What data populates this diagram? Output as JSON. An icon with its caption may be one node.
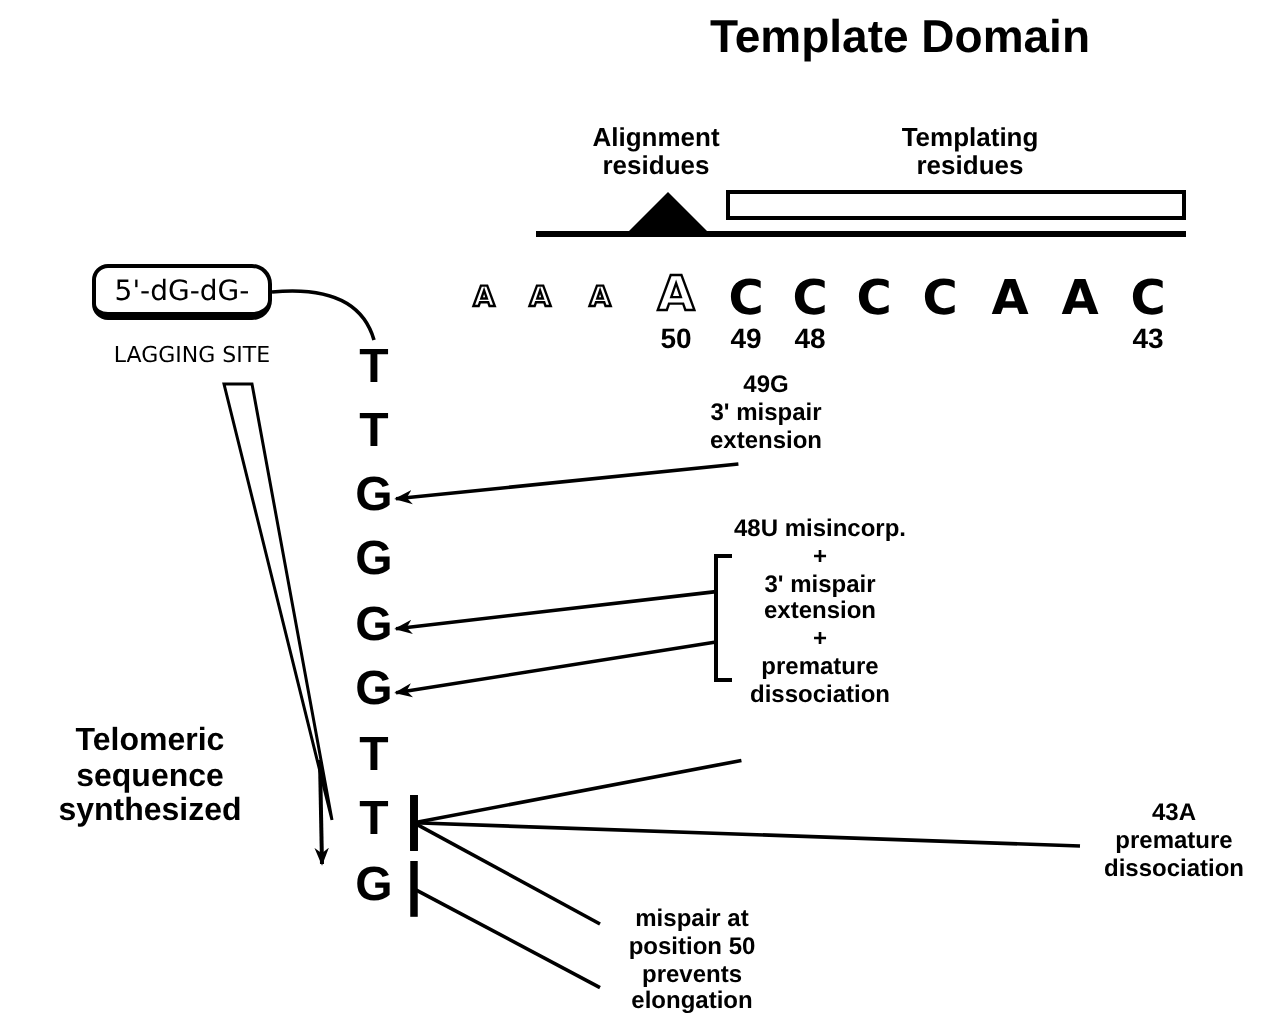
{
  "diagram": {
    "title": "Template Domain",
    "nodes": [
      {
        "text": [
          "5'-dG-dG-"
        ]
      },
      {
        "text": [
          "T"
        ]
      },
      {
        "text": [
          "T"
        ]
      },
      {
        "text": [
          "G"
        ]
      },
      {
        "text": [
          "G"
        ]
      },
      {
        "text": [
          "G"
        ]
      },
      {
        "text": [
          "G"
        ]
      },
      {
        "text": [
          "T"
        ]
      },
      {
        "text": [
          "T"
        ]
      },
      {
        "text": [
          "G"
        ]
      },
      {
        "text": [
          "49G",
          "3' mispair extension"
        ]
      },
      {
        "text": [
          "48U misincorp.",
          "+",
          "3' mispair extension",
          "+",
          "premature dissociation"
        ]
      },
      {
        "text": [
          "43A",
          "premature dissociation"
        ]
      },
      {
        "text": [
          "mispair at position 50 prevents elongation"
        ]
      }
    ],
    "edges": [
      {
        "from": 0,
        "to": 1,
        "arrow": "none"
      },
      {
        "from": 10,
        "to": 3,
        "arrow": "to"
      },
      {
        "from": 11,
        "to": 5,
        "arrow": "to"
      },
      {
        "from": 11,
        "to": 6,
        "arrow": "to"
      },
      {
        "from": 11,
        "to": 8,
        "arrow": "other"
      },
      {
        "from": 12,
        "to": 8,
        "arrow": "other"
      },
      {
        "from": 13,
        "to": 8,
        "arrow": "other"
      },
      {
        "from": 13,
        "to": 9,
        "arrow": "other"
      }
    ],
    "labels": [
      "Alignment residues",
      "Templating residues",
      "A",
      "A",
      "A",
      "A",
      "C",
      "C",
      "C",
      "C",
      "A",
      "A",
      "C",
      "50",
      "49",
      "48",
      "43",
      "LAGGING SITE",
      "Telomeric sequence synthesized"
    ]
  }
}
